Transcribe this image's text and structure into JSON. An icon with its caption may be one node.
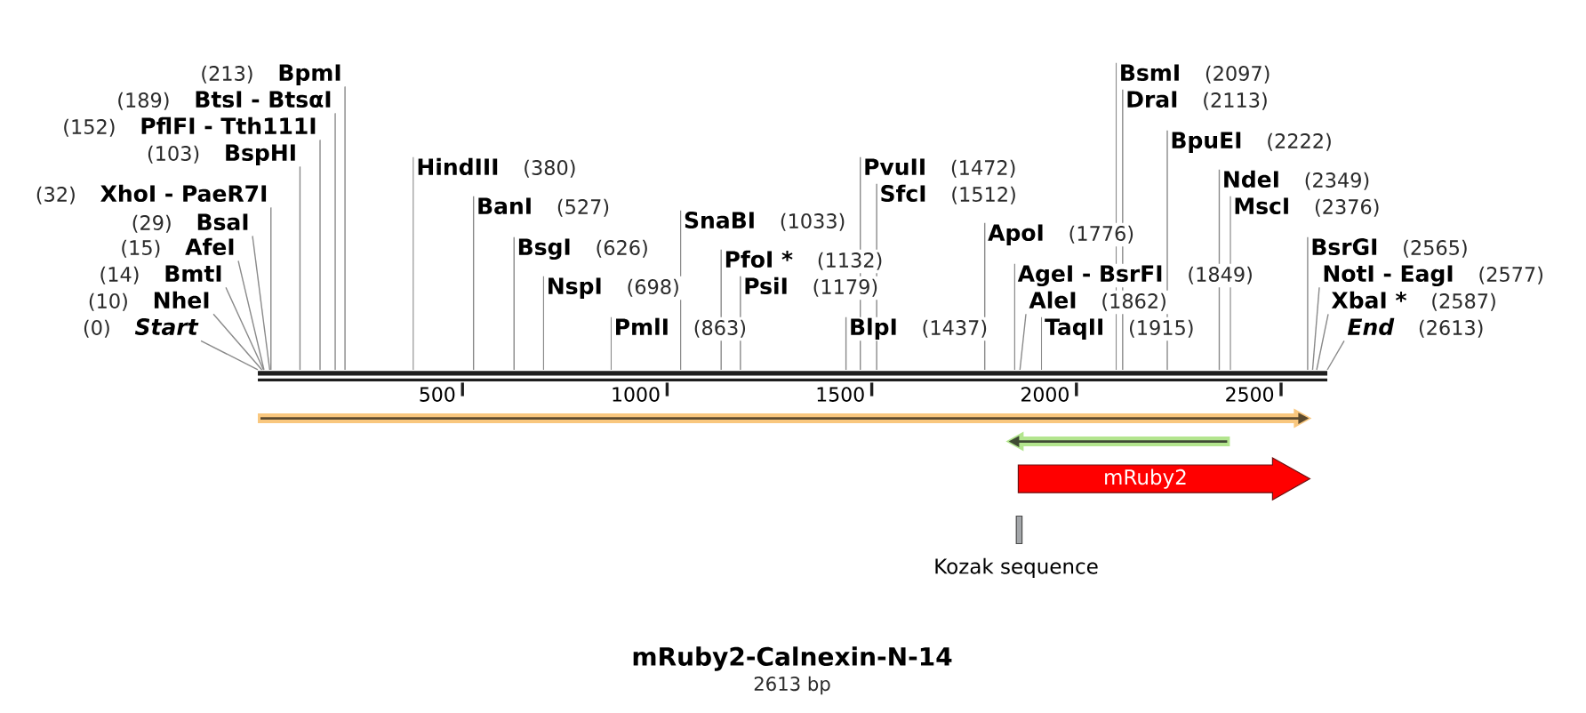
{
  "diagram": {
    "title": "mRuby2-Calnexin-N-14",
    "caption": "2613 bp",
    "nodes": [
      {
        "text": [],
        "shape": "bar"
      },
      {
        "text": [
          "Start"
        ],
        "beside": [
          "(0)"
        ]
      },
      {
        "text": [
          "NheI"
        ],
        "beside": [
          "(10)"
        ]
      },
      {
        "text": [
          "BmtI"
        ],
        "beside": [
          "(14)"
        ]
      },
      {
        "text": [
          "AfeI"
        ],
        "beside": [
          "(15)"
        ]
      },
      {
        "text": [
          "BsaI"
        ],
        "beside": [
          "(29)"
        ]
      },
      {
        "text": [
          "XhoI - PaeR7I"
        ],
        "beside": [
          "(32)"
        ]
      },
      {
        "text": [
          "BspHI"
        ],
        "beside": [
          "(103)"
        ]
      },
      {
        "text": [
          "PflFI - Tth111I"
        ],
        "beside": [
          "(152)"
        ]
      },
      {
        "text": [
          "BtsI - BtsαI"
        ],
        "beside": [
          "(189)"
        ]
      },
      {
        "text": [
          "BpmI"
        ],
        "beside": [
          "(213)"
        ]
      },
      {
        "text": [
          "HindIII"
        ],
        "beside": [
          "(380)"
        ]
      },
      {
        "text": [
          "BanI"
        ],
        "beside": [
          "(527)"
        ]
      },
      {
        "text": [
          "BsgI"
        ],
        "beside": [
          "(626)"
        ]
      },
      {
        "text": [
          "NspI"
        ],
        "beside": [
          "(698)"
        ]
      },
      {
        "text": [
          "PmlI"
        ],
        "beside": [
          "(863)"
        ]
      },
      {
        "text": [
          "SnaBI"
        ],
        "beside": [
          "(1033)"
        ]
      },
      {
        "text": [
          "PfoI *"
        ],
        "beside": [
          "(1132)"
        ]
      },
      {
        "text": [
          "PsiI"
        ],
        "beside": [
          "(1179)"
        ]
      },
      {
        "text": [
          "BlpI"
        ],
        "beside": [
          "(1437)"
        ]
      },
      {
        "text": [
          "PvuII"
        ],
        "beside": [
          "(1472)"
        ]
      },
      {
        "text": [
          "SfcI"
        ],
        "beside": [
          "(1512)"
        ]
      },
      {
        "text": [
          "ApoI"
        ],
        "beside": [
          "(1776)"
        ]
      },
      {
        "text": [
          "AgeI - BsrFI"
        ],
        "beside": [
          "(1849)"
        ]
      },
      {
        "text": [
          "AleI"
        ],
        "beside": [
          "(1862)"
        ]
      },
      {
        "text": [
          "TaqII"
        ],
        "beside": [
          "(1915)"
        ]
      },
      {
        "text": [
          "BsmI"
        ],
        "beside": [
          "(2097)"
        ]
      },
      {
        "text": [
          "DraI"
        ],
        "beside": [
          "(2113)"
        ]
      },
      {
        "text": [
          "BpuEI"
        ],
        "beside": [
          "(2222)"
        ]
      },
      {
        "text": [
          "NdeI"
        ],
        "beside": [
          "(2349)"
        ]
      },
      {
        "text": [
          "MscI"
        ],
        "beside": [
          "(2376)"
        ]
      },
      {
        "text": [
          "BsrGI"
        ],
        "beside": [
          "(2565)"
        ]
      },
      {
        "text": [
          "NotI - EagI"
        ],
        "beside": [
          "(2577)"
        ]
      },
      {
        "text": [
          "XbaI *"
        ],
        "beside": [
          "(2587)"
        ]
      },
      {
        "text": [
          "End"
        ],
        "beside": [
          "(2613)"
        ]
      },
      {
        "text": [],
        "shape": "arrow"
      },
      {
        "text": [],
        "shape": "arrow"
      },
      {
        "text": [
          "mRuby2"
        ]
      },
      {
        "text": [
          "Kozak sequence"
        ]
      }
    ],
    "edges": [
      {
        "from": 1,
        "to": 0,
        "arrow": "none"
      },
      {
        "from": 2,
        "to": 0,
        "arrow": "none"
      },
      {
        "from": 3,
        "to": 0,
        "arrow": "none"
      },
      {
        "from": 4,
        "to": 0,
        "arrow": "none"
      },
      {
        "from": 5,
        "to": 0,
        "arrow": "none"
      },
      {
        "from": 6,
        "to": 0,
        "arrow": "none"
      },
      {
        "from": 7,
        "to": 0,
        "arrow": "none"
      },
      {
        "from": 8,
        "to": 0,
        "arrow": "none"
      },
      {
        "from": 9,
        "to": 0,
        "arrow": "none"
      },
      {
        "from": 10,
        "to": 0,
        "arrow": "none"
      },
      {
        "from": 11,
        "to": 0,
        "arrow": "none"
      },
      {
        "from": 12,
        "to": 0,
        "arrow": "none"
      },
      {
        "from": 13,
        "to": 0,
        "arrow": "none"
      },
      {
        "from": 14,
        "to": 0,
        "arrow": "none"
      },
      {
        "from": 15,
        "to": 0,
        "arrow": "none"
      },
      {
        "from": 16,
        "to": 0,
        "arrow": "none"
      },
      {
        "from": 17,
        "to": 0,
        "arrow": "none"
      },
      {
        "from": 18,
        "to": 0,
        "arrow": "none"
      },
      {
        "from": 19,
        "to": 0,
        "arrow": "none"
      },
      {
        "from": 20,
        "to": 0,
        "arrow": "none"
      },
      {
        "from": 21,
        "to": 0,
        "arrow": "none"
      },
      {
        "from": 22,
        "to": 0,
        "arrow": "none"
      },
      {
        "from": 23,
        "to": 0,
        "arrow": "none"
      },
      {
        "from": 24,
        "to": 0,
        "arrow": "none"
      },
      {
        "from": 25,
        "to": 0,
        "arrow": "none"
      },
      {
        "from": 26,
        "to": 0,
        "arrow": "none"
      },
      {
        "from": 27,
        "to": 0,
        "arrow": "none"
      },
      {
        "from": 28,
        "to": 0,
        "arrow": "none"
      },
      {
        "from": 29,
        "to": 0,
        "arrow": "none"
      },
      {
        "from": 30,
        "to": 0,
        "arrow": "none"
      },
      {
        "from": 31,
        "to": 0,
        "arrow": "none"
      },
      {
        "from": 32,
        "to": 0,
        "arrow": "none"
      },
      {
        "from": 33,
        "to": 0,
        "arrow": "none"
      },
      {
        "from": 34,
        "to": 0,
        "arrow": "none"
      }
    ],
    "labels": [
      "500",
      "1000",
      "1500",
      "2000",
      "2500"
    ]
  }
}
